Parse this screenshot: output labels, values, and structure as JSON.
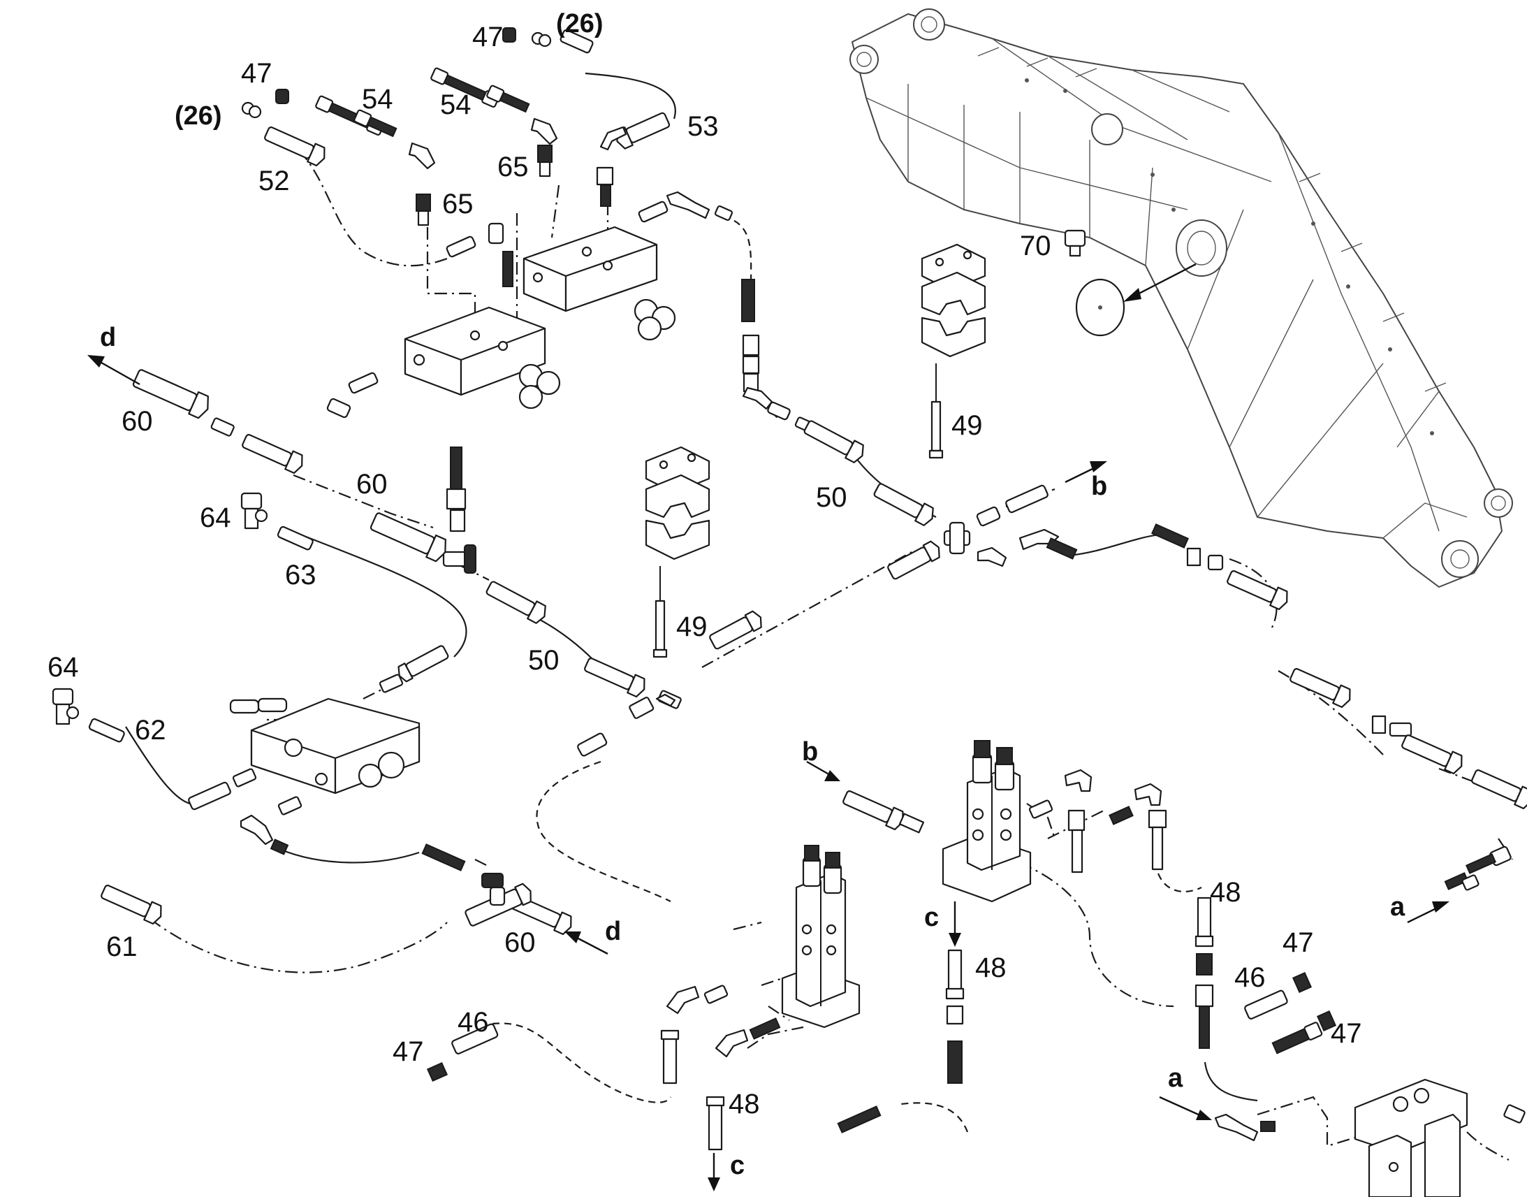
{
  "callouts": {
    "c46": "46",
    "c47": "47",
    "c48": "48",
    "c49": "49",
    "c50": "50",
    "c52": "52",
    "c53": "53",
    "c54": "54",
    "c60": "60",
    "c61": "61",
    "c62": "62",
    "c63": "63",
    "c64": "64",
    "c65": "65",
    "c70": "70",
    "c26": "(26)"
  },
  "connectors": {
    "a": "a",
    "b": "b",
    "c": "c",
    "d": "d"
  }
}
